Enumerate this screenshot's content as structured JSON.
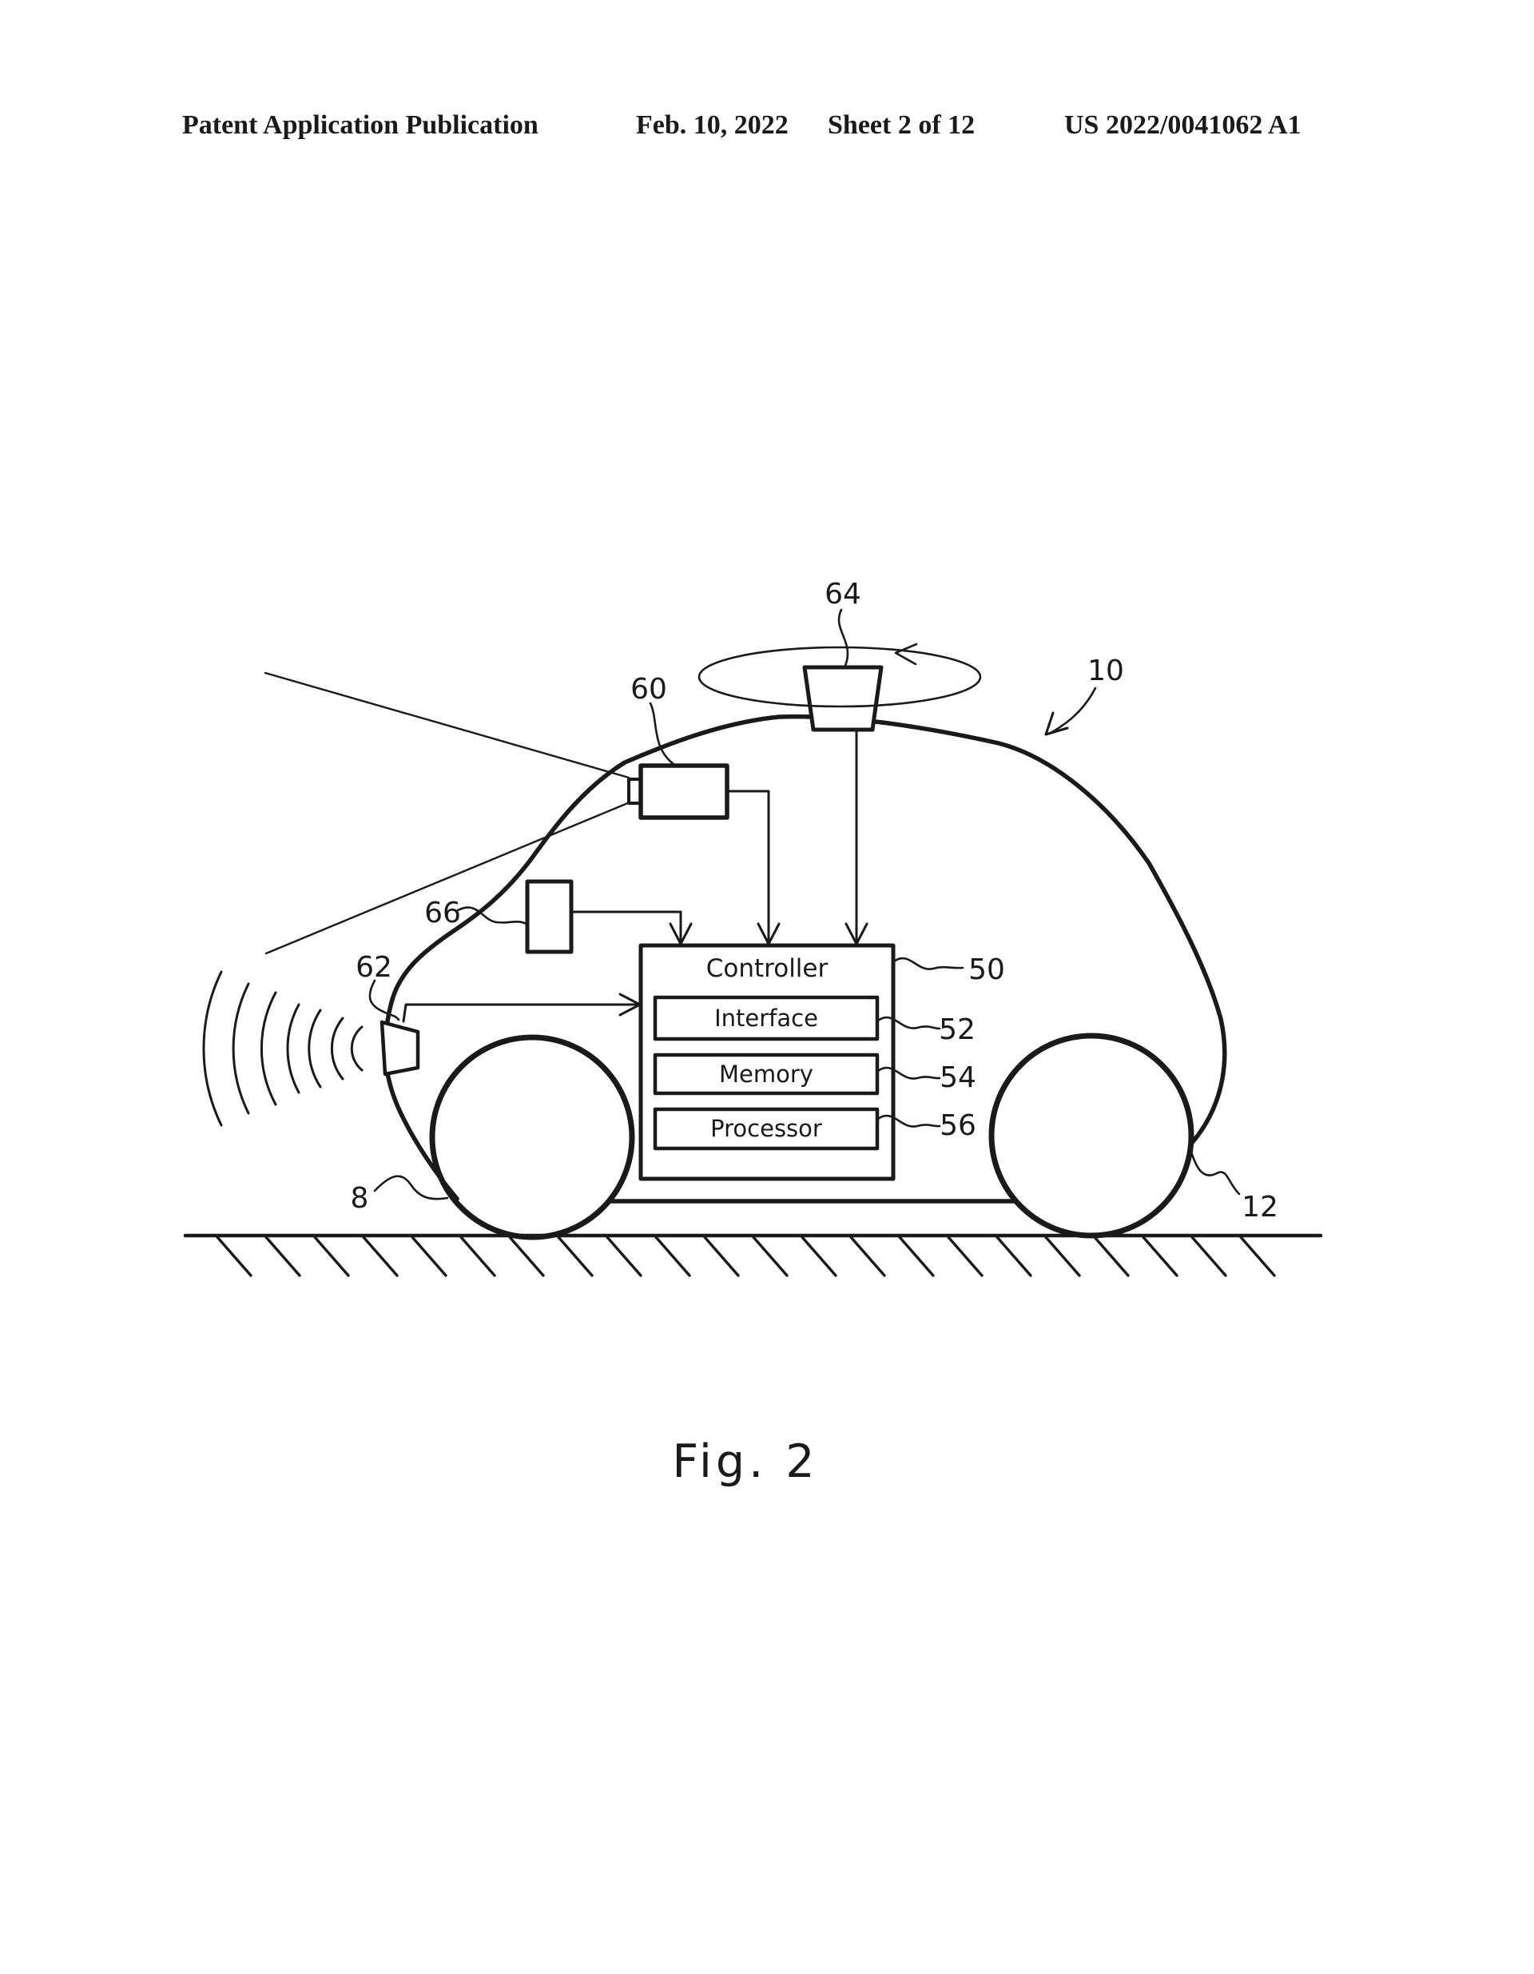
{
  "header": {
    "publication": "Patent Application Publication",
    "date": "Feb. 10, 2022",
    "sheet": "Sheet 2 of 12",
    "doc_number": "US 2022/0041062 A1"
  },
  "figure": {
    "caption": "Fig. 2",
    "controller_block": {
      "title": "Controller",
      "rows": [
        "Interface",
        "Memory",
        "Processor"
      ]
    },
    "labels": {
      "vehicle": "10",
      "body_front": "8",
      "wheel": "12",
      "controller": "50",
      "interface": "52",
      "memory": "54",
      "processor": "56",
      "camera": "60",
      "front_sensor": "62",
      "roof_sensor": "64",
      "interior_sensor": "66"
    }
  },
  "colors": {
    "ink": "#1a1a1a",
    "paper": "#ffffff"
  }
}
